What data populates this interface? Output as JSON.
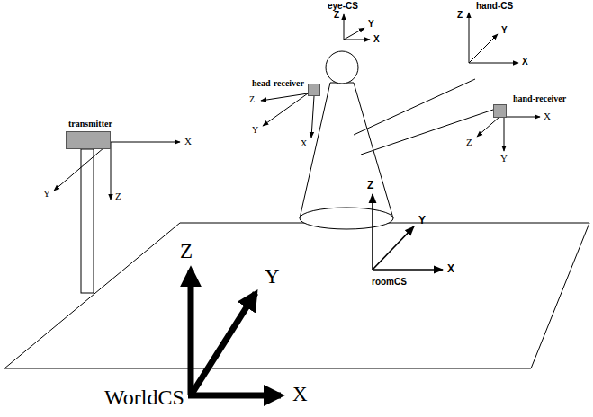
{
  "diagram": {
    "nodes": [
      {
        "text": [
          "transmitter"
        ]
      },
      {
        "text": [
          "head-receiver"
        ]
      },
      {
        "text": [
          "hand-receiver"
        ]
      }
    ],
    "labels": [
      "eye-CS",
      "Z",
      "Y",
      "X",
      "hand-CS",
      "Z",
      "Y",
      "X",
      "X",
      "Y",
      "Z",
      "Z",
      "Y",
      "X",
      "X",
      "Z",
      "Y",
      "Z",
      "Y",
      "X",
      "roomCS",
      "Z",
      "Y",
      "X",
      "WorldCS"
    ]
  }
}
